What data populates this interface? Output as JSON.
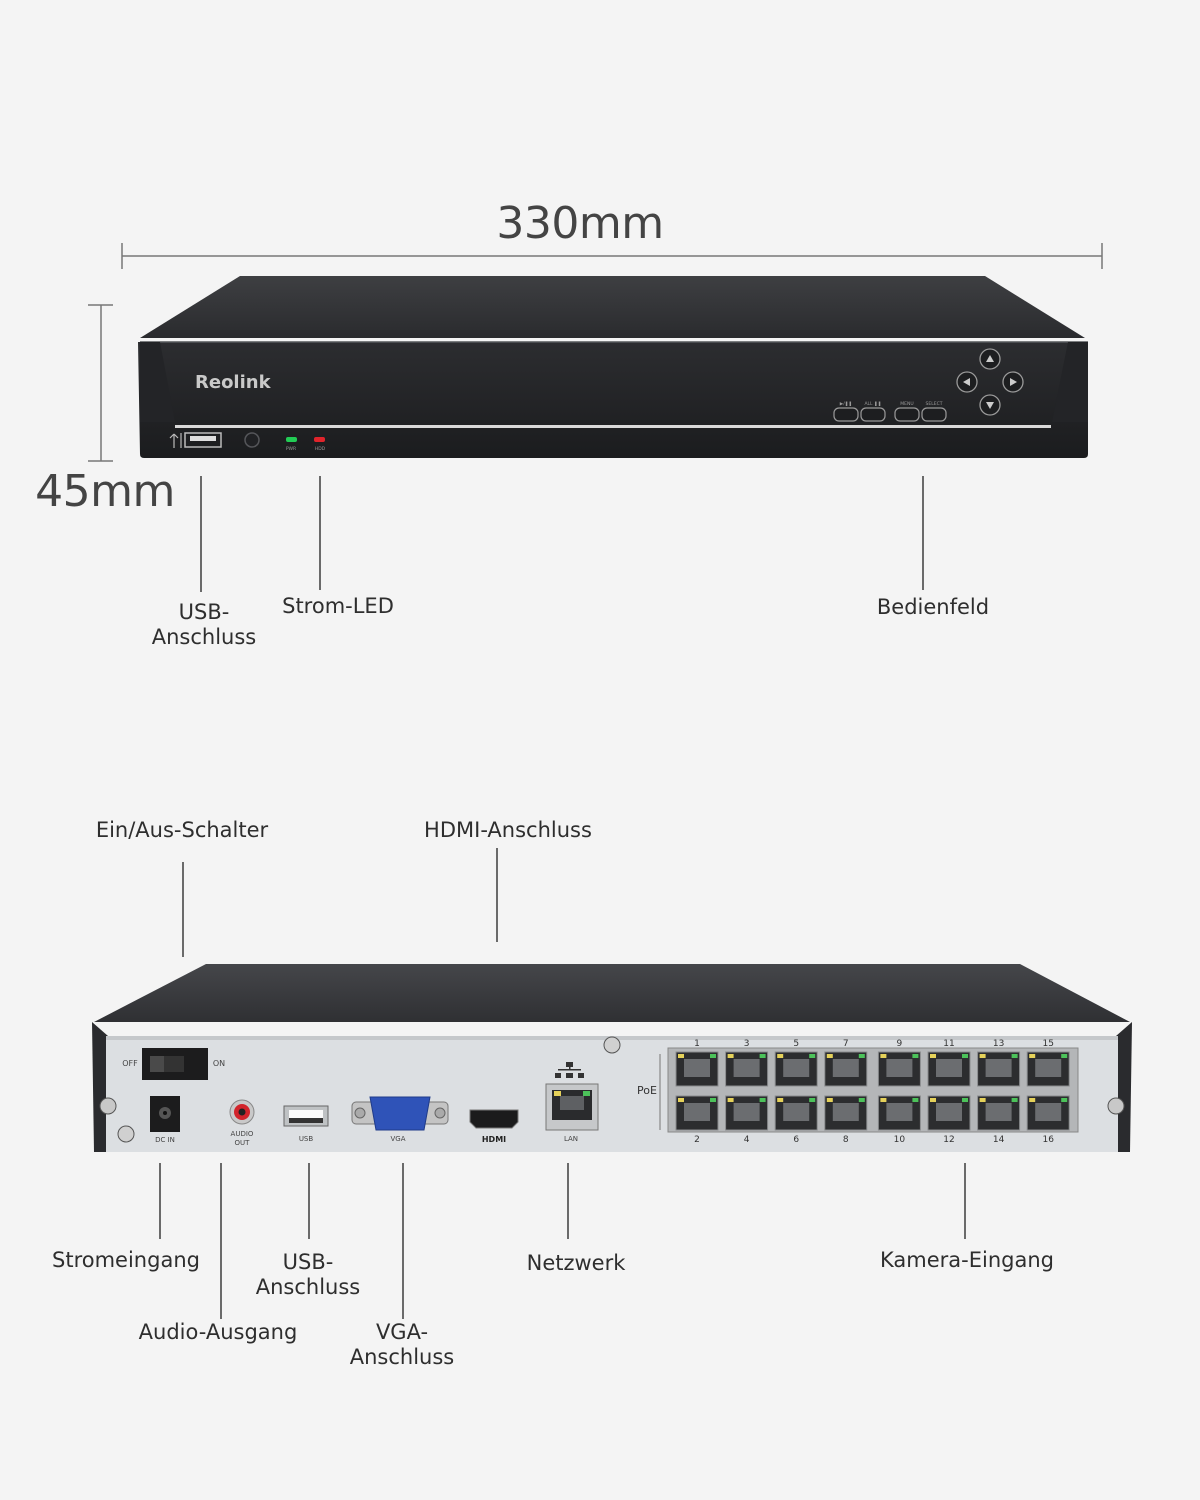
{
  "dimensions": {
    "width": "330mm",
    "height": "45mm"
  },
  "front": {
    "brand": "Reolink",
    "led_pwr": "PWR",
    "led_hdd": "HDD",
    "btn_play": "▶/❚❚",
    "btn_all": "ALL ❚❚",
    "btn_menu": "MENU",
    "btn_select": "SELECT",
    "colors": {
      "led_pwr": "#22cc55",
      "led_hdd": "#e0242b"
    }
  },
  "rear": {
    "switch_off": "OFF",
    "switch_on": "ON",
    "dc_in": "DC IN",
    "audio_out": "AUDIO\nOUT",
    "usb": "USB",
    "vga": "VGA",
    "hdmi": "HDMI",
    "lan": "LAN",
    "poe": "PoE",
    "ports_top": [
      "1",
      "3",
      "5",
      "7",
      "9",
      "11",
      "13",
      "15"
    ],
    "ports_bottom": [
      "2",
      "4",
      "6",
      "8",
      "10",
      "12",
      "14",
      "16"
    ]
  },
  "callouts": {
    "usb_front": "USB-\nAnschluss",
    "power_led": "Strom-LED",
    "control_panel": "Bedienfeld",
    "power_switch": "Ein/Aus-Schalter",
    "hdmi_port": "HDMI-Anschluss",
    "power_input": "Stromeingang",
    "audio_output": "Audio-Ausgang",
    "usb_rear": "USB-\nAnschluss",
    "vga_port": "VGA-\nAnschluss",
    "network": "Netzwerk",
    "camera_input": "Kamera-Eingang"
  },
  "icons": [
    "usb-icon",
    "network-icon",
    "arrow-up-icon",
    "arrow-down-icon",
    "arrow-left-icon",
    "arrow-right-icon"
  ]
}
